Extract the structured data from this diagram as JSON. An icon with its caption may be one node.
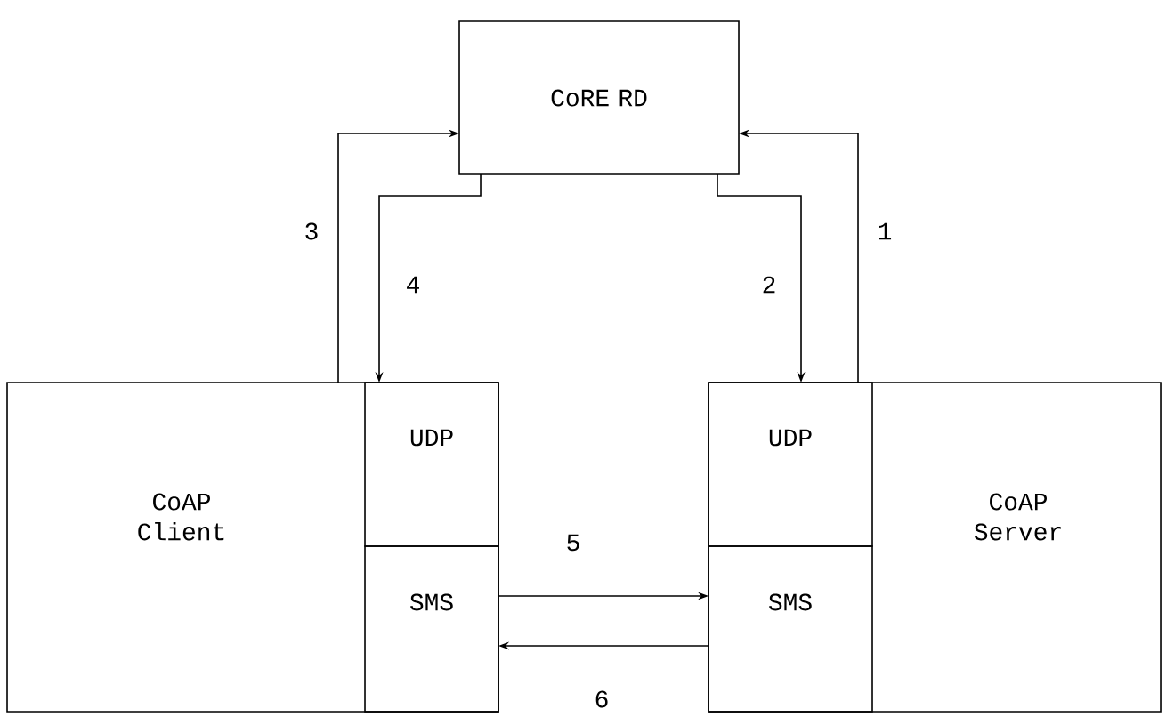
{
  "diagram": {
    "nodes": [
      {
        "text": [
          "CoRE RD"
        ]
      },
      {
        "text": [
          "CoAP Client"
        ]
      },
      {
        "text": [
          "UDP"
        ],
        "in": 1
      },
      {
        "text": [
          "SMS"
        ],
        "in": 1
      },
      {
        "text": [
          "CoAP Server"
        ]
      },
      {
        "text": [
          "UDP"
        ],
        "in": 4
      },
      {
        "text": [
          "SMS"
        ],
        "in": 4
      }
    ],
    "edges": [
      {
        "from": 4,
        "to": 0,
        "arrow": "to",
        "label": "1"
      },
      {
        "from": 0,
        "to": 4,
        "arrow": "to",
        "label": "2"
      },
      {
        "from": 1,
        "to": 0,
        "arrow": "to",
        "label": "3"
      },
      {
        "from": 0,
        "to": 1,
        "arrow": "to",
        "label": "4"
      },
      {
        "from": 3,
        "to": 6,
        "arrow": "to",
        "label": "5"
      },
      {
        "from": 6,
        "to": 3,
        "arrow": "to",
        "label": "6"
      }
    ]
  }
}
